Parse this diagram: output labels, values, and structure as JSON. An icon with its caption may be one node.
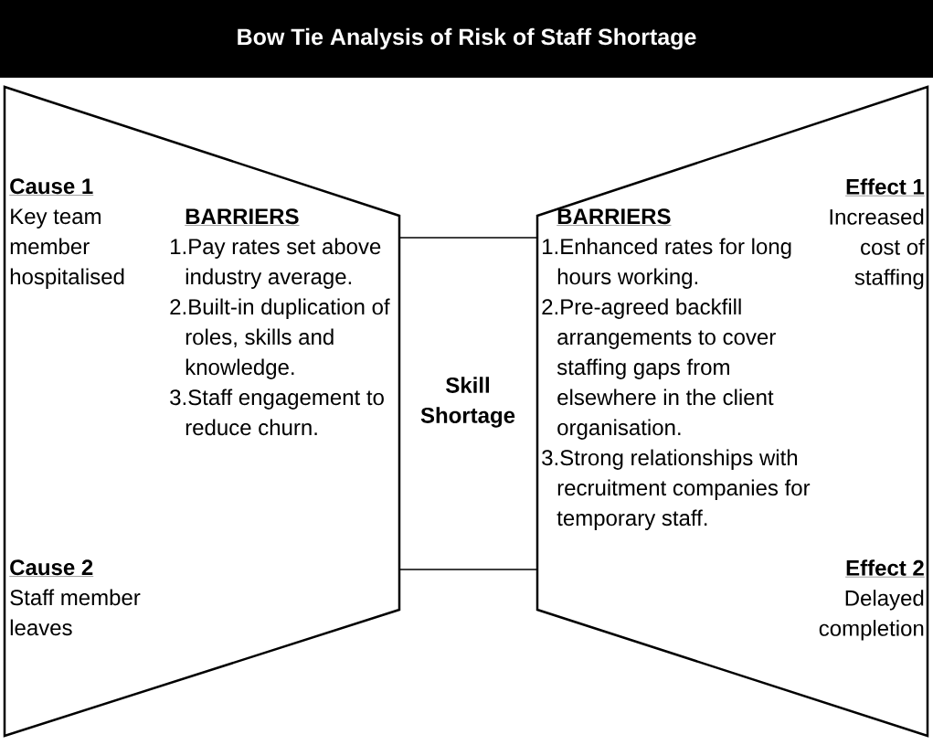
{
  "diagram": {
    "title": "Bow Tie Analysis of Risk of Staff Shortage",
    "nodes": [
      {
        "text": [],
        "shape": "trapezoid"
      },
      {
        "text": [
          "Cause 1",
          "Key team member hospitalised"
        ],
        "in": 0
      },
      {
        "text": [
          "BARRIERS",
          "1.Pay rates set above industry average.",
          "2.Built-in duplication of roles, skills and knowledge.",
          "3.Staff engagement to reduce churn."
        ],
        "in": 0
      },
      {
        "text": [
          "Cause 2",
          "Staff member leaves"
        ],
        "in": 0
      },
      {
        "text": [
          "Skill Shortage"
        ]
      },
      {
        "text": [],
        "shape": "trapezoid"
      },
      {
        "text": [
          "BARRIERS",
          "1.Enhanced rates for long hours working.",
          "2.Pre-agreed backfill arrangements to cover staffing gaps from elsewhere in the client organisation.",
          "3.Strong relationships with recruitment companies for temporary staff."
        ],
        "in": 5
      },
      {
        "text": [
          "Effect 1",
          "Increased cost of staffing"
        ],
        "in": 5
      },
      {
        "text": [
          "Effect 2",
          "Delayed completion"
        ],
        "in": 5
      }
    ]
  }
}
